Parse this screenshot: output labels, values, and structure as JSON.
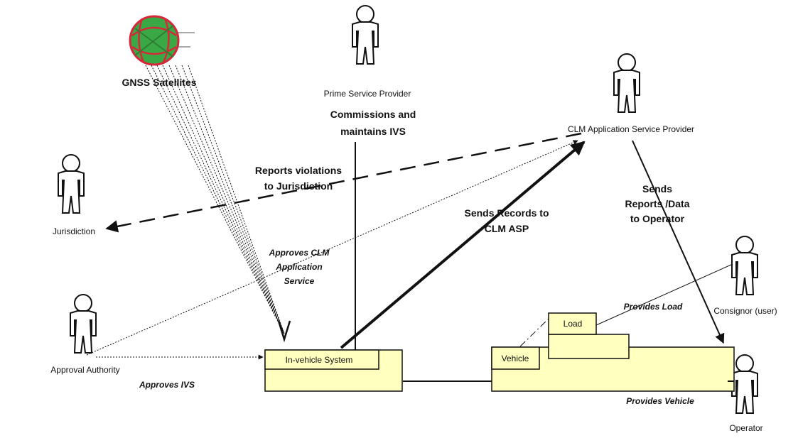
{
  "satellite": {
    "label": "GNSS Satellites",
    "icon": "globe-icon"
  },
  "actors": {
    "prime_service_provider": "Prime  Service Provider",
    "clm_asp": "CLM Application Service Provider",
    "jurisdiction": "Jurisdiction",
    "approval_authority": "Approval Authority",
    "consignor": "Consignor (user)",
    "operator": "Operator"
  },
  "boxes": {
    "in_vehicle_system": "In-vehicle System",
    "vehicle": "Vehicle",
    "load": "Load"
  },
  "relations": {
    "commissions": [
      "Commissions and",
      "maintains IVS"
    ],
    "reports_violations": [
      "Reports violations",
      "to Jurisdiction"
    ],
    "sends_records": [
      "Sends Records to",
      "CLM ASP"
    ],
    "sends_reports": [
      "Sends",
      "Reports /Data",
      "to Operator"
    ],
    "approves_clm": [
      "Approves CLM",
      "Application",
      "Service"
    ],
    "approves_ivs": "Approves IVS",
    "provides_load": "Provides Load",
    "provides_vehicle": "Provides Vehicle"
  },
  "colors": {
    "box_fill": "#ffffc0",
    "line": "#111111",
    "globe_green": "#3aa845",
    "globe_red": "#d8263a"
  }
}
